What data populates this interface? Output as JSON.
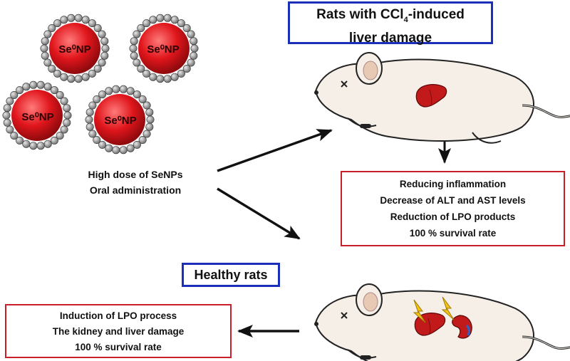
{
  "nanoparticles": [
    {
      "label": "Se⁰NP"
    },
    {
      "label": "Se⁰NP"
    },
    {
      "label": "Se⁰NP"
    },
    {
      "label": "Se⁰NP"
    }
  ],
  "administration": {
    "line1": "High dose of SeNPs",
    "line2": "Oral administration"
  },
  "damaged_group": {
    "title_prefix": "Rats with CCl",
    "title_subscript": "4",
    "title_suffix": "-induced",
    "title_line2": "liver damage",
    "results": [
      "Reducing inflammation",
      "Decrease of ALT and AST levels",
      "Reduction of LPO products",
      "100 % survival rate"
    ]
  },
  "healthy_group": {
    "title": "Healthy rats",
    "results": [
      "Induction of LPO process",
      "The kidney and liver damage",
      "100 % survival rate"
    ]
  },
  "colors": {
    "nanoparticle": "#e0161c",
    "shell_bead": "#8a8a8a",
    "blue_border": "#1c2fb8",
    "red_border": "#c8202a",
    "rat_body": "#f6efe8",
    "liver": "#c21a1a",
    "lightning": "#f2c21a"
  }
}
